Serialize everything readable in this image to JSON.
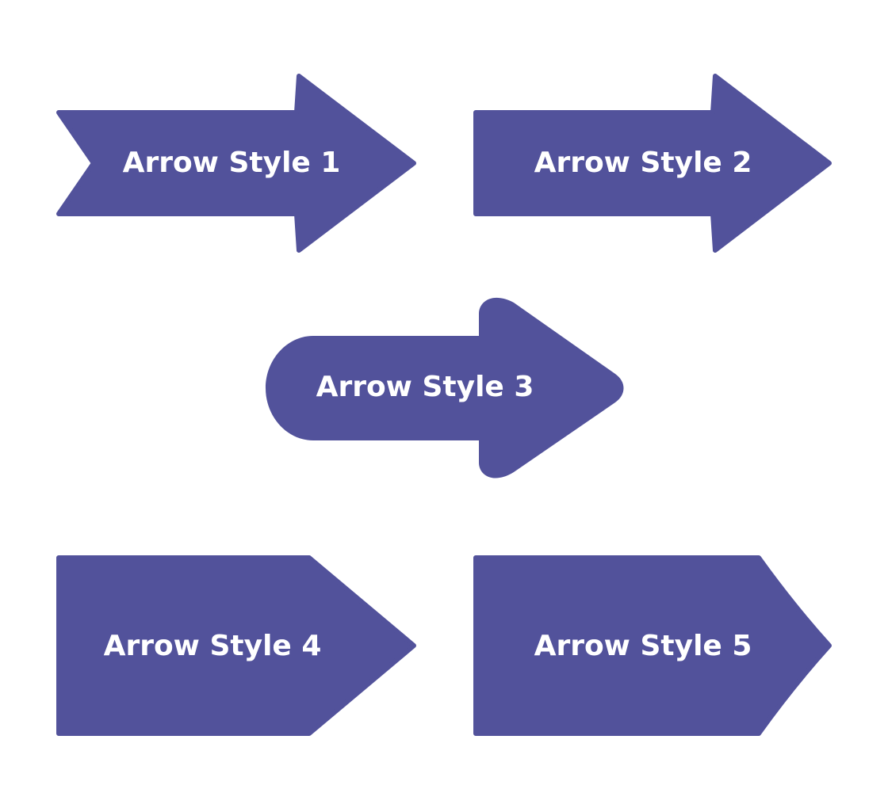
{
  "colors": {
    "shape_fill": "#52529b",
    "label_color": "#ffffff",
    "background": "#ffffff"
  },
  "arrows": [
    {
      "label": "Arrow Style 1"
    },
    {
      "label": "Arrow Style 2"
    },
    {
      "label": "Arrow Style 3"
    },
    {
      "label": "Arrow Style 4"
    },
    {
      "label": "Arrow Style 5"
    }
  ]
}
